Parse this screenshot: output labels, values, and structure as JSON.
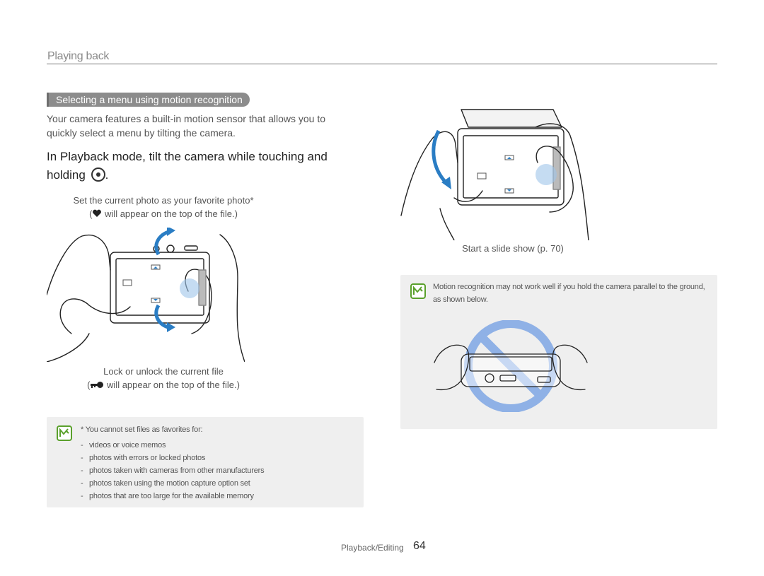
{
  "header": {
    "section_title": "Playing back"
  },
  "subheading": "Selecting a menu using motion recognition",
  "intro": "Your camera features a built-in motion sensor that allows you to quickly select a menu by tilting the camera.",
  "step": {
    "text": "In Playback mode, tilt the camera while touching and holding",
    "end": ".",
    "icon": "motion-sensor-icon"
  },
  "figures": {
    "favorite": {
      "line1": "Set the current photo as your favorite photo*",
      "line2": "will appear on the top of the file.)",
      "open_paren": "(",
      "icon": "heart-icon"
    },
    "lock": {
      "line1": "Lock or unlock the current file",
      "line2": "will appear on the top of the file.)",
      "open_paren": "(",
      "icon": "key-icon"
    },
    "slideshow": {
      "caption": "Start a slide show (p. 70)"
    }
  },
  "note_left": {
    "intro": "* You cannot set files as favorites for:",
    "items": [
      "videos or voice memos",
      "photos with errors or locked photos",
      "photos taken with cameras from other manufacturers",
      "photos taken using the motion capture option set",
      "photos that are too large for the available memory"
    ]
  },
  "note_right": {
    "text": "Motion recognition may not work well if you hold the camera parallel to the ground, as shown below."
  },
  "footer": {
    "label": "Playback/Editing",
    "page": "64"
  },
  "colors": {
    "accent_blue": "#2a7dc4",
    "prohibit_blue": "#8fb1e6",
    "note_bg": "#efefef",
    "pill_bg": "#8c8c8c"
  }
}
